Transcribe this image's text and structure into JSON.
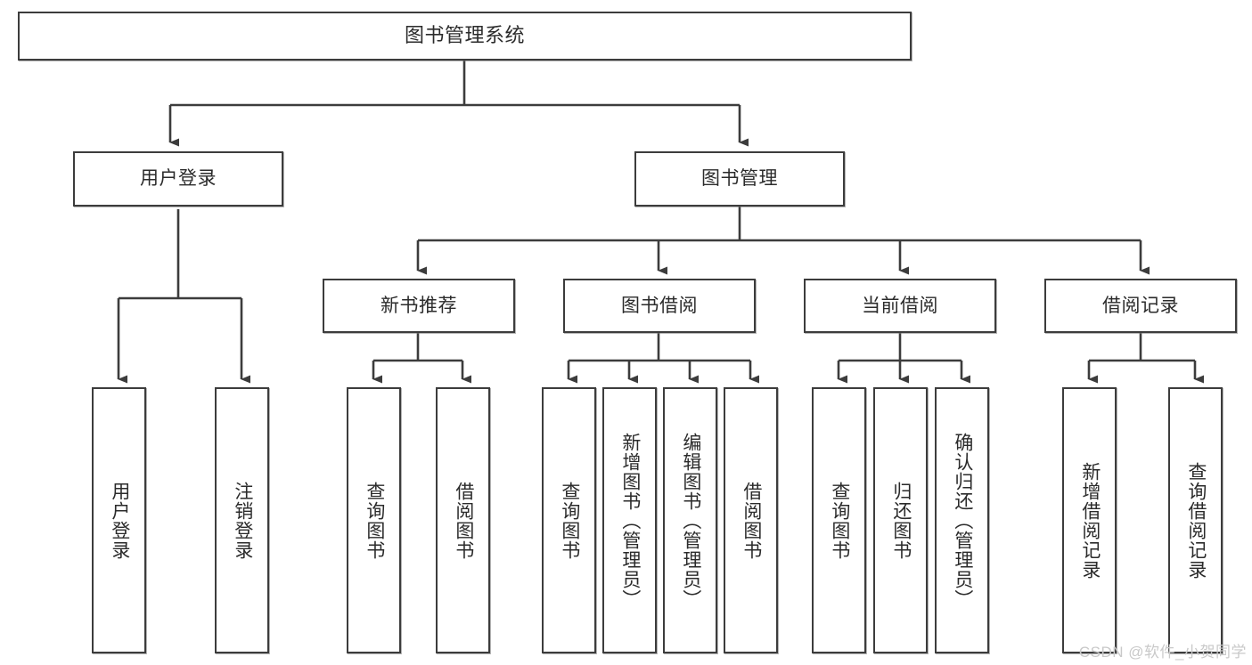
{
  "diagram": {
    "title": "图书管理系统",
    "type": "tree-hierarchy",
    "orientation": "top-down",
    "stroke_color": "#3c3c3c",
    "fill_color": "#ffffff",
    "text_color": "#2b2b2b"
  },
  "nodes": {
    "root": {
      "label": "图书管理系统"
    },
    "level2": [
      {
        "label": "用户登录"
      },
      {
        "label": "图书管理"
      }
    ],
    "level3": [
      {
        "label": "新书推荐"
      },
      {
        "label": "图书借阅"
      },
      {
        "label": "当前借阅"
      },
      {
        "label": "借阅记录"
      }
    ],
    "leaves": {
      "user_login": [
        {
          "label": "用户登录"
        },
        {
          "label": "注销登录"
        }
      ],
      "new_book_recommend": [
        {
          "label": "查询图书"
        },
        {
          "label": "借阅图书"
        }
      ],
      "book_borrow": [
        {
          "label": "查询图书"
        },
        {
          "label": "新增图书（管理员）"
        },
        {
          "label": "编辑图书（管理员）"
        },
        {
          "label": "借阅图书"
        }
      ],
      "current_borrow": [
        {
          "label": "查询图书"
        },
        {
          "label": "归还图书"
        },
        {
          "label": "确认归还（管理员）"
        }
      ],
      "borrow_record": [
        {
          "label": "新增借阅记录"
        },
        {
          "label": "查询借阅记录"
        }
      ]
    }
  },
  "watermark": {
    "text": "CSDN @软件_小贺同学"
  }
}
